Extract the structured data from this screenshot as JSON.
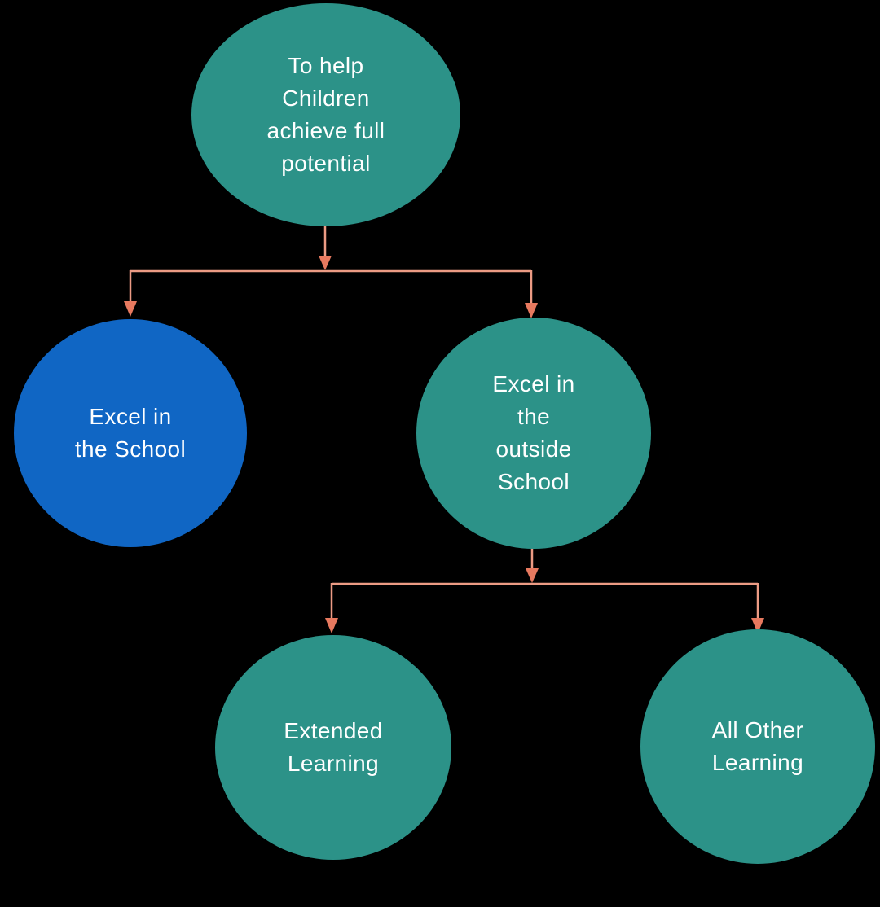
{
  "diagram": {
    "type": "tree-flowchart",
    "background": "#000000",
    "text_color": "#FFFFFF",
    "colors": {
      "teal": "#2C9288",
      "blue": "#1066C4",
      "connector_line": "#EC9B84",
      "connector_arrow": "#E7795F"
    },
    "nodes": {
      "root": {
        "label": "To help\nChildren\nachieve full\npotential",
        "fill": "teal",
        "shape": "ellipse"
      },
      "excel_school": {
        "label": "Excel in\nthe School",
        "fill": "blue",
        "shape": "circle"
      },
      "excel_outside": {
        "label": "Excel in\nthe\noutside\nSchool",
        "fill": "teal",
        "shape": "circle"
      },
      "extended_learning": {
        "label": "Extended\nLearning",
        "fill": "teal",
        "shape": "circle"
      },
      "all_other_learning": {
        "label": "All Other\nLearning",
        "fill": "teal",
        "shape": "circle"
      }
    },
    "edges": [
      {
        "from": "root",
        "to": [
          "excel_school",
          "excel_outside"
        ]
      },
      {
        "from": "excel_outside",
        "to": [
          "extended_learning",
          "all_other_learning"
        ]
      }
    ]
  }
}
